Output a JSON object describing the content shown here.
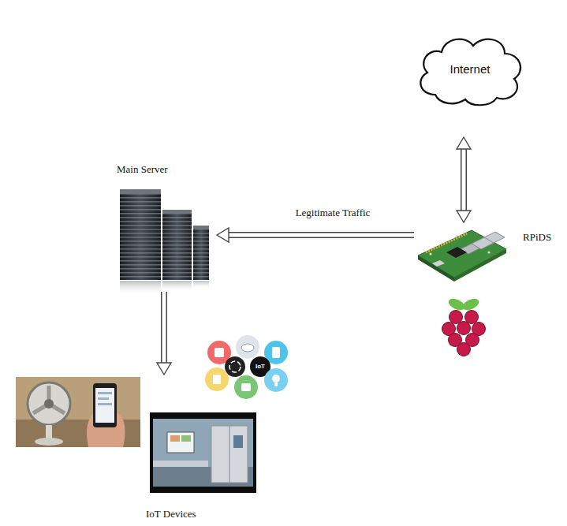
{
  "diagram": {
    "nodes": [
      {
        "text": [
          "Internet"
        ]
      },
      {
        "text": [
          "Main Server"
        ]
      },
      {
        "text": [
          "RPiDS"
        ]
      },
      {
        "text": [
          "IoT Devices"
        ]
      }
    ],
    "edges": [
      {
        "from": 0,
        "to": 2,
        "arrow": "both"
      },
      {
        "from": 2,
        "to": 1,
        "label": "Legitimate Traffic",
        "arrow": "to"
      },
      {
        "from": 1,
        "to": 3,
        "arrow": "to"
      }
    ],
    "labels": [
      "IoT"
    ]
  }
}
